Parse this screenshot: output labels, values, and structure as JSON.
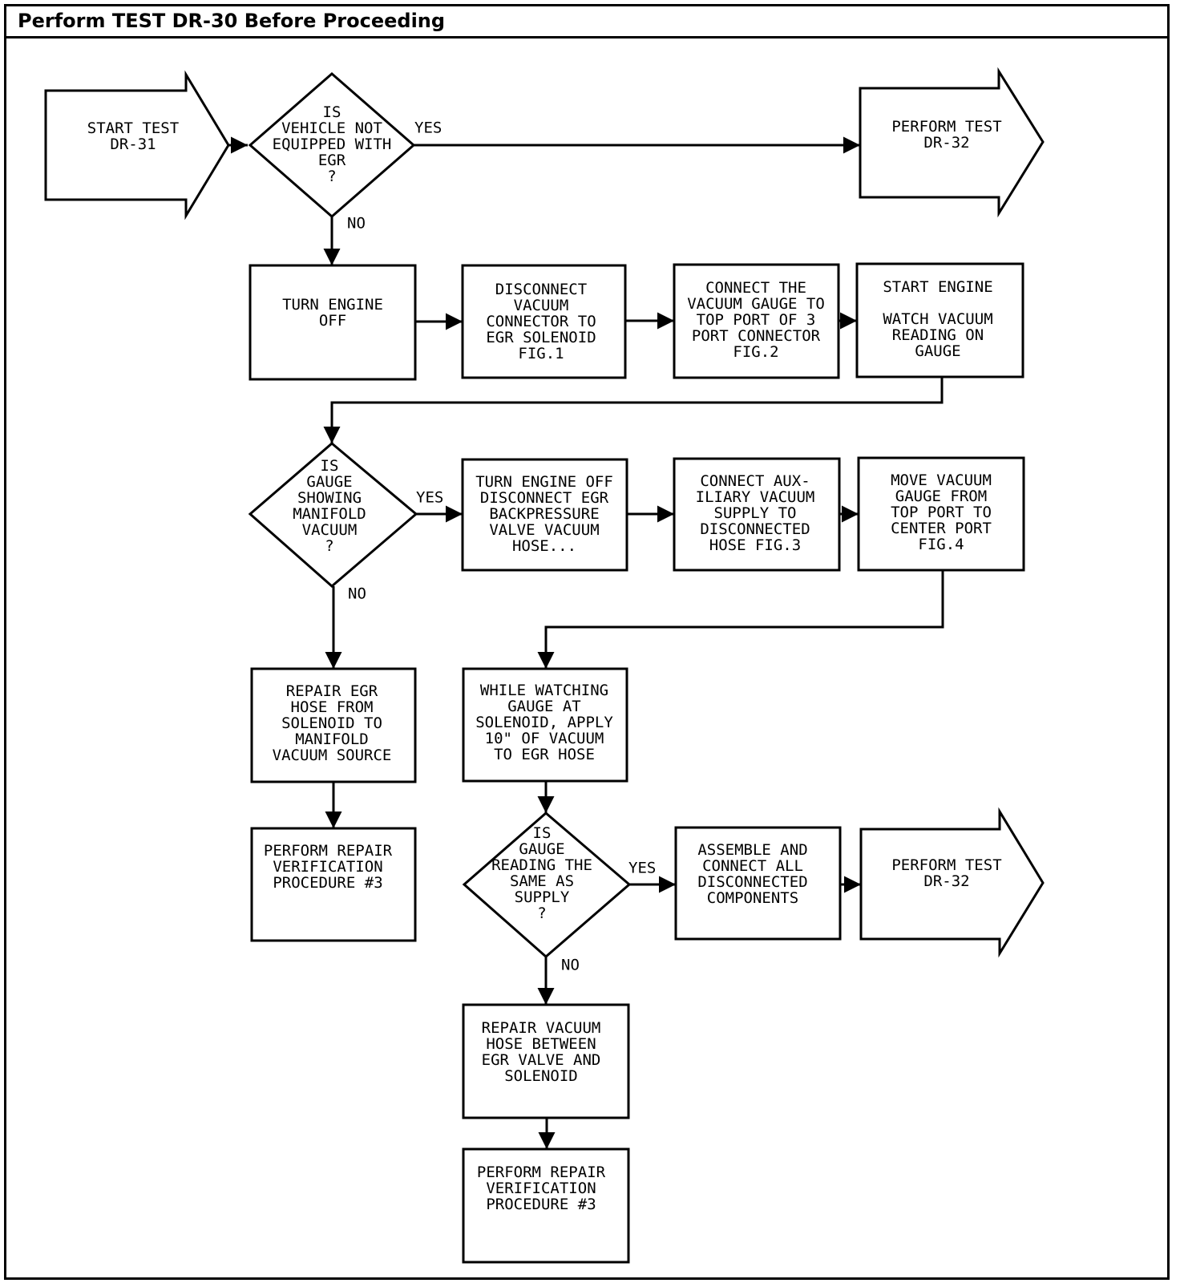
{
  "header": {
    "title": "Perform TEST DR-30 Before Proceeding"
  },
  "nodes": {
    "start": [
      "START TEST",
      "DR-31"
    ],
    "d1": [
      "IS",
      "VEHICLE NOT",
      "EQUIPPED WITH",
      "EGR",
      "?"
    ],
    "perf1": [
      "PERFORM TEST",
      "DR-32"
    ],
    "off1": [
      "TURN ENGINE",
      "OFF"
    ],
    "disc": [
      "DISCONNECT",
      "VACUUM",
      "CONNECTOR TO",
      "EGR SOLENOID",
      "FIG.1"
    ],
    "conn": [
      "CONNECT THE",
      "VACUUM GAUGE TO",
      "TOP PORT OF 3",
      "PORT CONNECTOR",
      "FIG.2"
    ],
    "start_eng": [
      "START ENGINE",
      "",
      "WATCH VACUUM",
      "READING ON",
      "GAUGE"
    ],
    "d2": [
      "IS",
      "GAUGE",
      "SHOWING",
      "MANIFOLD",
      "VACUUM",
      "?"
    ],
    "off2": [
      "TURN ENGINE OFF",
      "DISCONNECT EGR",
      "BACKPRESSURE",
      "VALVE VACUUM",
      "HOSE..."
    ],
    "aux": [
      "CONNECT AUX-",
      "ILIARY VACUUM",
      "SUPPLY TO",
      "DISCONNECTED",
      "HOSE FIG.3"
    ],
    "move": [
      "MOVE VACUUM",
      "GAUGE FROM",
      "TOP PORT TO",
      "CENTER PORT",
      "FIG.4"
    ],
    "rep1": [
      "REPAIR EGR",
      "HOSE FROM",
      "SOLENOID TO",
      "MANIFOLD",
      "VACUUM SOURCE"
    ],
    "while": [
      "WHILE WATCHING",
      "GAUGE AT",
      "SOLENOID, APPLY",
      "10\" OF VACUUM",
      "TO EGR HOSE"
    ],
    "prv1": [
      "PERFORM REPAIR",
      "VERIFICATION",
      "PROCEDURE #3"
    ],
    "d3": [
      "IS",
      "GAUGE",
      "READING THE",
      "SAME AS",
      "SUPPLY",
      "?"
    ],
    "asm": [
      "ASSEMBLE AND",
      "CONNECT ALL",
      "DISCONNECTED",
      "COMPONENTS"
    ],
    "perf2": [
      "PERFORM TEST",
      "DR-32"
    ],
    "rep2": [
      "REPAIR VACUUM",
      "HOSE BETWEEN",
      "EGR VALVE AND",
      "SOLENOID"
    ],
    "prv2": [
      "PERFORM REPAIR",
      "VERIFICATION",
      "PROCEDURE #3"
    ]
  },
  "edge_labels": {
    "d1_yes": "YES",
    "d1_no": "NO",
    "d2_yes": "YES",
    "d2_no": "NO",
    "d3_yes": "YES",
    "d3_no": "NO"
  }
}
